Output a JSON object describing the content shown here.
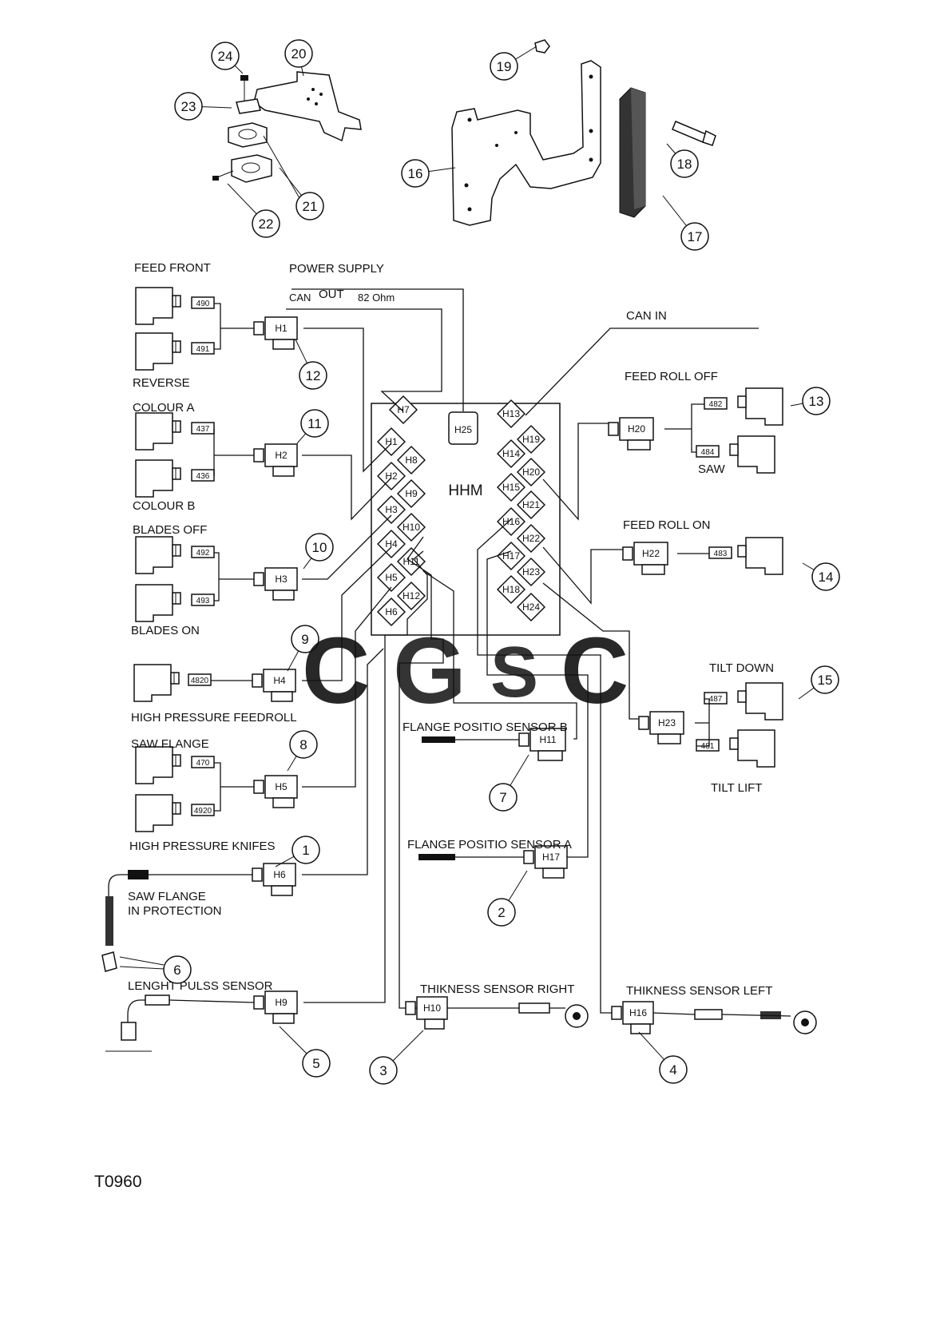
{
  "diagram": {
    "doc_id": "T0960",
    "watermark": "CGSC",
    "watermark_colors": {
      "c1": "#4f86e8",
      "g": "#ef6a5e",
      "s": "#f6c846",
      "c2": "#3bb07a"
    },
    "module": {
      "title": "HHM",
      "ports_left": [
        "H7",
        "H1",
        "H8",
        "H2",
        "H9",
        "H3",
        "H10",
        "H4",
        "H11",
        "H5",
        "H12",
        "H6"
      ],
      "ports_right": [
        "H25",
        "H13",
        "H19",
        "H14",
        "H20",
        "H15",
        "H21",
        "H16",
        "H22",
        "H17",
        "H23",
        "H18",
        "H24"
      ]
    },
    "labels": {
      "power_supply": "POWER SUPPLY",
      "can": "CAN",
      "out": "OUT",
      "ohm": "82  Ohm",
      "can_in": "CAN IN",
      "feed_front": "FEED FRONT",
      "reverse": "REVERSE",
      "colour_a": "COLOUR A",
      "colour_b": "COLOUR B",
      "blades_off": "BLADES OFF",
      "blades_on": "BLADES ON",
      "high_pressure_feedroll": "HIGH PRESSURE FEEDROLL",
      "saw_flange": "SAW FLANGE",
      "high_pressure_knifes": "HIGH PRESSURE KNIFES",
      "saw_flange_in_protection_1": "SAW FLANGE",
      "saw_flange_in_protection_2": "IN PROTECTION",
      "lenght_pulss_sensor": "LENGHT PULSS SENSOR",
      "flange_sensor_b": "FLANGE POSITIO SENSOR B",
      "flange_sensor_a": "FLANGE POSITIO SENSOR A",
      "thikness_right": "THIKNESS SENSOR RIGHT",
      "thikness_left": "THIKNESS SENSOR LEFT",
      "feed_roll_off": "FEED ROLL OFF",
      "saw": "SAW",
      "feed_roll_on": "FEED ROLL ON",
      "tilt_down": "TILT DOWN",
      "tilt_lift": "TILT LIFT"
    },
    "valve_codes": {
      "c490": "490",
      "c491": "491",
      "c437": "437",
      "c436": "436",
      "c492": "492",
      "c493": "493",
      "c4820a": "4820",
      "c470": "470",
      "c4920": "4920",
      "c482": "482",
      "c484": "484",
      "c483": "483",
      "c487": "487",
      "c481": "481"
    },
    "harness_connectors": {
      "h1": "H1",
      "h2": "H2",
      "h3": "H3",
      "h4": "H4",
      "h5": "H5",
      "h6": "H6",
      "h9": "H9",
      "h10": "H10",
      "h11": "H11",
      "h16": "H16",
      "h17": "H17",
      "h20": "H20",
      "h22": "H22",
      "h23": "H23"
    },
    "callouts": [
      "1",
      "2",
      "3",
      "4",
      "5",
      "6",
      "7",
      "8",
      "9",
      "10",
      "11",
      "12",
      "13",
      "14",
      "15",
      "16",
      "17",
      "18",
      "19",
      "20",
      "21",
      "22",
      "23",
      "24"
    ]
  }
}
